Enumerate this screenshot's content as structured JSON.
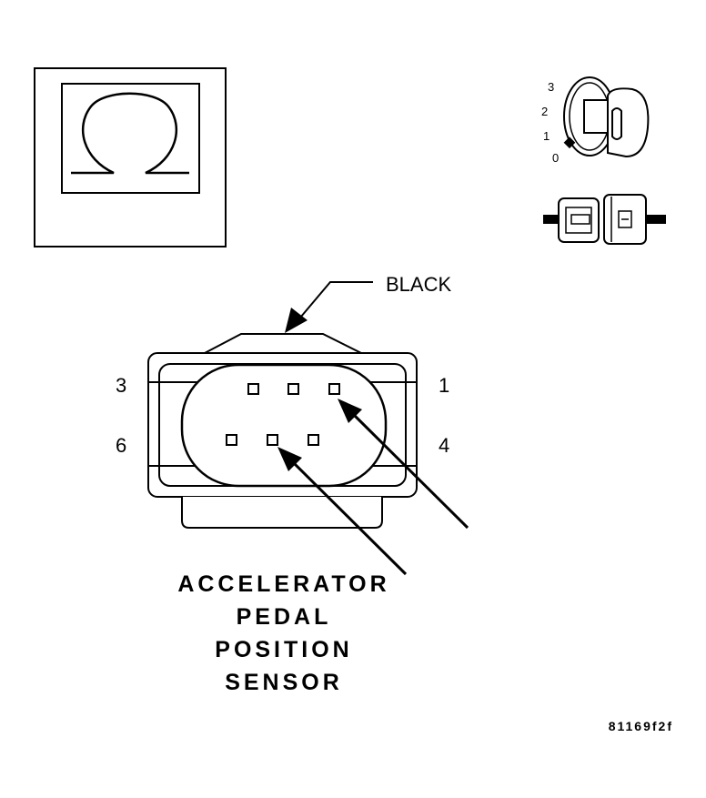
{
  "connector_color_label": "BLACK",
  "pin_labels": {
    "top_left": "3",
    "top_right": "1",
    "bottom_left": "6",
    "bottom_right": "4"
  },
  "ignition_positions": [
    "3",
    "2",
    "1",
    "0"
  ],
  "title_lines": [
    "ACCELERATOR",
    "PEDAL",
    "POSITION",
    "SENSOR"
  ],
  "figure_code": "81169f2f",
  "icons": {
    "ohmmeter": "omega-ohm-icon",
    "ignition": "ignition-key-icon",
    "connector": "disconnected-connector-icon"
  }
}
